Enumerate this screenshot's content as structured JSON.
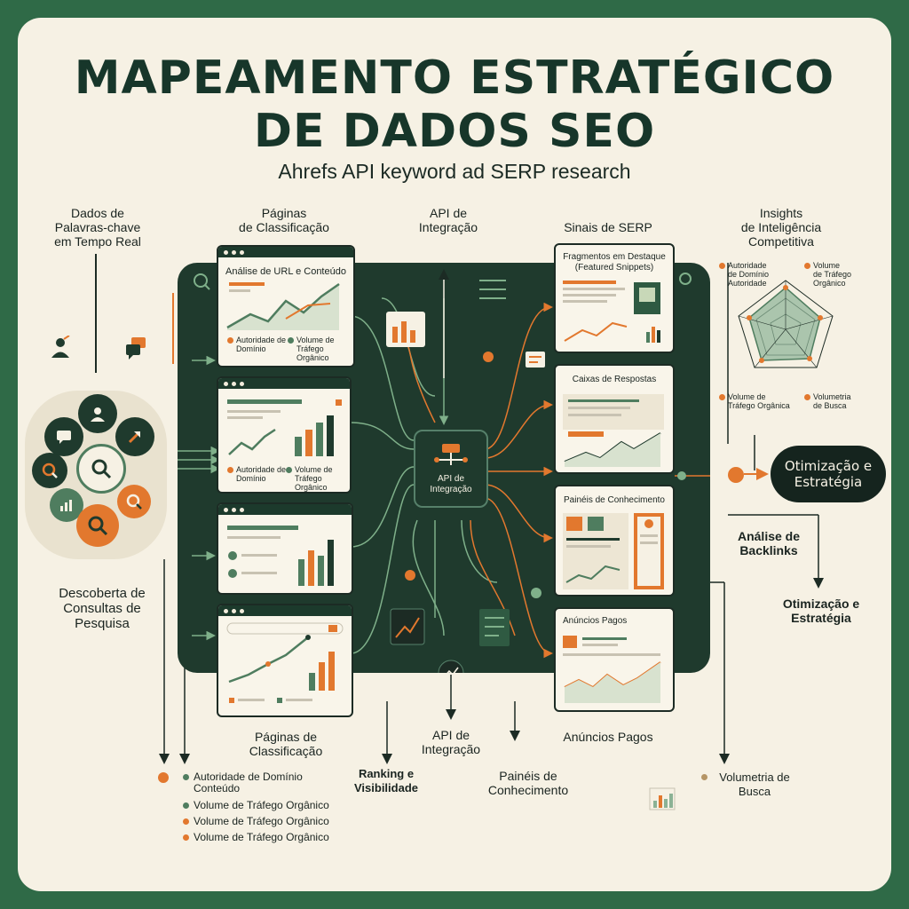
{
  "title_line1": "MAPEAMENTO ESTRATÉGICO",
  "title_line2": "DE DADOS SEO",
  "subtitle": "Ahrefs API keyword ad SERP research",
  "top_labels": {
    "keywords": [
      "Dados de",
      "Palavras-chave",
      "em Tempo Real"
    ],
    "ranking_pages": [
      "Páginas",
      "de Classificação"
    ],
    "api": [
      "API de",
      "Integração"
    ],
    "serp": "Sinais de SERP",
    "insights": [
      "Insights",
      "de Inteligência",
      "Competitiva"
    ]
  },
  "left_label": [
    "Descoberta de",
    "Consultas de",
    "Pesquisa"
  ],
  "windows": {
    "w1": {
      "title": "Análise de URL e Conteúdo",
      "m1": [
        "Autoridade de",
        "Domínio"
      ],
      "m2": [
        "Volume de",
        "Tráfego Orgânico"
      ]
    },
    "w2": {
      "m1": [
        "Autoridade de",
        "Domínio"
      ],
      "m2": [
        "Volume de",
        "Tráfego Orgânico"
      ]
    }
  },
  "hub_label": [
    "API de",
    "Integração"
  ],
  "serp_windows": {
    "s1": [
      "Fragmentos em Destaque",
      "(Featured Snippets)"
    ],
    "s2": "Caixas de Respostas",
    "s3": "Painéis de Conhecimento",
    "s4": "Anúncios Pagos"
  },
  "radar": {
    "tl": [
      "Autoridade",
      "de Domínio",
      "Autoridade"
    ],
    "tr": [
      "Volume",
      "de Tráfego",
      "Orgânico"
    ],
    "bl": [
      "Volume de",
      "Tráfego Orgânica"
    ],
    "br": [
      "Volumetria",
      "de Busca"
    ]
  },
  "pill": [
    "Otimização e",
    "Estratégia"
  ],
  "right_labels": {
    "backlinks": [
      "Análise de",
      "Backlinks"
    ],
    "optim": [
      "Otimização e",
      "Estratégia"
    ],
    "volumetria": [
      "Volumetria de",
      "Busca"
    ]
  },
  "bottom_labels": {
    "ranking_pages": [
      "Páginas de",
      "Classificação"
    ],
    "ranking_vis": [
      "Ranking e",
      "Visibilidade"
    ],
    "api": [
      "API de",
      "Integração"
    ],
    "paineis": [
      "Painéis de",
      "Conhecimento"
    ],
    "anuncios": "Anúncios Pagos"
  },
  "legend": [
    "Autoridade de Domínio",
    "Conteúdo",
    "Volume de Tráfego Orgânico",
    "Volume de Tráfego Orgânico",
    "Volume de Tráfego Orgânico"
  ],
  "colors": {
    "green_dark": "#1f3a2d",
    "green": "#4f7d5f",
    "orange": "#e2782e",
    "cream": "#f6f1e4"
  }
}
